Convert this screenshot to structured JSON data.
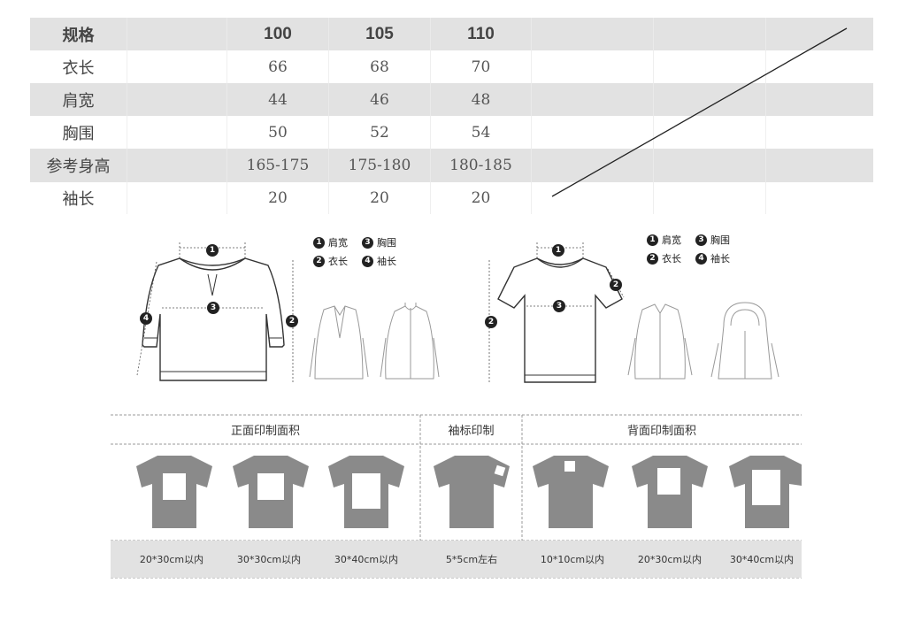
{
  "size_table": {
    "header": {
      "label": "规格",
      "sizes": [
        "100",
        "105",
        "110"
      ]
    },
    "rows": [
      {
        "label": "衣长",
        "values": [
          "66",
          "68",
          "70"
        ]
      },
      {
        "label": "肩宽",
        "values": [
          "44",
          "46",
          "48"
        ]
      },
      {
        "label": "胸围",
        "values": [
          "50",
          "52",
          "54"
        ]
      },
      {
        "label": "参考身高",
        "values": [
          "165-175",
          "175-180",
          "180-185"
        ]
      },
      {
        "label": "袖长",
        "values": [
          "20",
          "20",
          "20"
        ]
      }
    ]
  },
  "diagram_left": {
    "legend": [
      {
        "num": "1",
        "label": "肩宽"
      },
      {
        "num": "3",
        "label": "胸围"
      },
      {
        "num": "2",
        "label": "衣长"
      },
      {
        "num": "4",
        "label": "袖长"
      }
    ],
    "markers": [
      "1",
      "3",
      "2",
      "4"
    ]
  },
  "diagram_right": {
    "legend": [
      {
        "num": "1",
        "label": "肩宽"
      },
      {
        "num": "3",
        "label": "胸围"
      },
      {
        "num": "2",
        "label": "衣长"
      },
      {
        "num": "4",
        "label": "袖长"
      }
    ],
    "markers": [
      "1",
      "3",
      "2",
      "2"
    ]
  },
  "print_area": {
    "sections": [
      {
        "title": "正面印制面积"
      },
      {
        "title": "袖标印制"
      },
      {
        "title": "背面印制面积"
      }
    ],
    "captions": [
      "20*30cm以内",
      "30*30cm以内",
      "30*40cm以内",
      "5*5cm左右",
      "10*10cm以内",
      "20*30cm以内",
      "30*40cm以内"
    ]
  },
  "colors": {
    "row_shade": "#e2e2e2",
    "tee_gray": "#8a8a8a",
    "line": "#333333"
  }
}
